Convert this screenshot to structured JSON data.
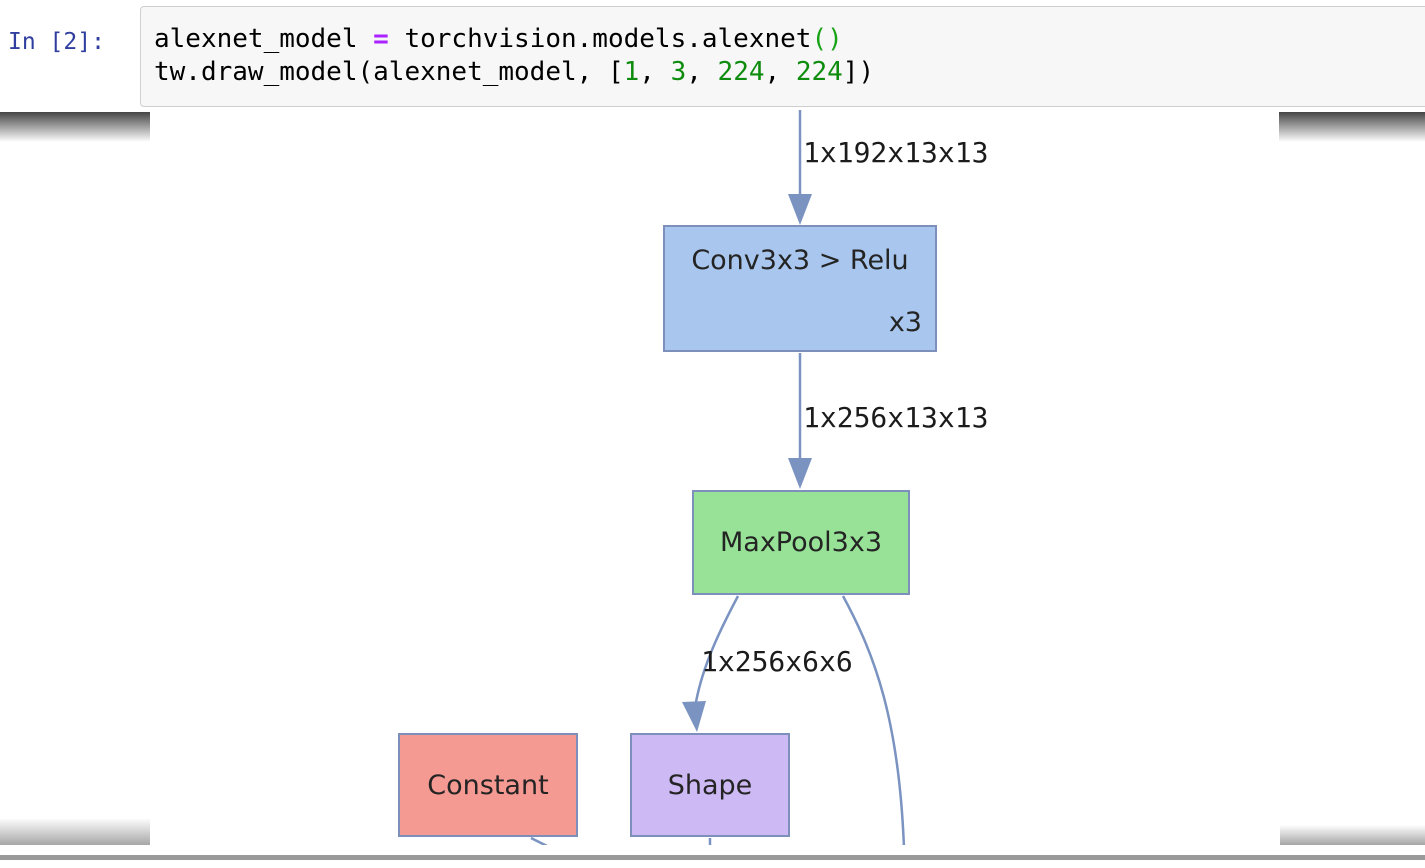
{
  "cell": {
    "prompt": "In [2]:",
    "code_line1": [
      {
        "t": "alexnet_model "
      },
      {
        "t": "="
      },
      {
        "t": " torchvision.models.alexnet"
      },
      {
        "t": "()"
      }
    ],
    "code_line2": [
      {
        "t": "tw.draw_model(alexnet_model, ["
      },
      {
        "t": "1"
      },
      {
        "t": ", "
      },
      {
        "t": "3"
      },
      {
        "t": ", "
      },
      {
        "t": "224"
      },
      {
        "t": ", "
      },
      {
        "t": "224"
      },
      {
        "t": "])"
      }
    ]
  },
  "diagram": {
    "nodes": {
      "conv": {
        "label": "Conv3x3 > Relu",
        "badge": "x3",
        "fill": "#a9c7ee"
      },
      "maxpool": {
        "label": "MaxPool3x3",
        "fill": "#97e297"
      },
      "constant": {
        "label": "Constant",
        "fill": "#f49a92"
      },
      "shape": {
        "label": "Shape",
        "fill": "#cdb9f3"
      }
    },
    "edge_labels": {
      "e1": "1x192x13x13",
      "e2": "1x256x13x13",
      "e3": "1x256x6x6"
    },
    "colors": {
      "edge": "#7b93c1",
      "node_border": "#7d8fbb",
      "prompt_blue": "#303f9f",
      "operator_purple": "#aa22ff",
      "number_green": "#0e8c0e",
      "paren_green": "#16a316",
      "code_background": "#f7f7f7"
    }
  }
}
